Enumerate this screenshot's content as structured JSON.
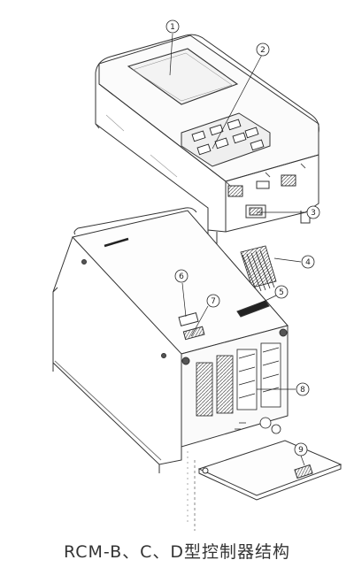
{
  "figure": {
    "caption": "RCM-B、C、D型控制器结构",
    "callouts": [
      {
        "id": "1",
        "label": "①"
      },
      {
        "id": "2",
        "label": "②"
      },
      {
        "id": "3",
        "label": "③"
      },
      {
        "id": "4",
        "label": "④"
      },
      {
        "id": "5",
        "label": "⑤"
      },
      {
        "id": "6",
        "label": "⑥"
      },
      {
        "id": "7",
        "label": "⑦"
      },
      {
        "id": "8",
        "label": "⑧"
      },
      {
        "id": "9",
        "label": "⑨"
      }
    ]
  }
}
